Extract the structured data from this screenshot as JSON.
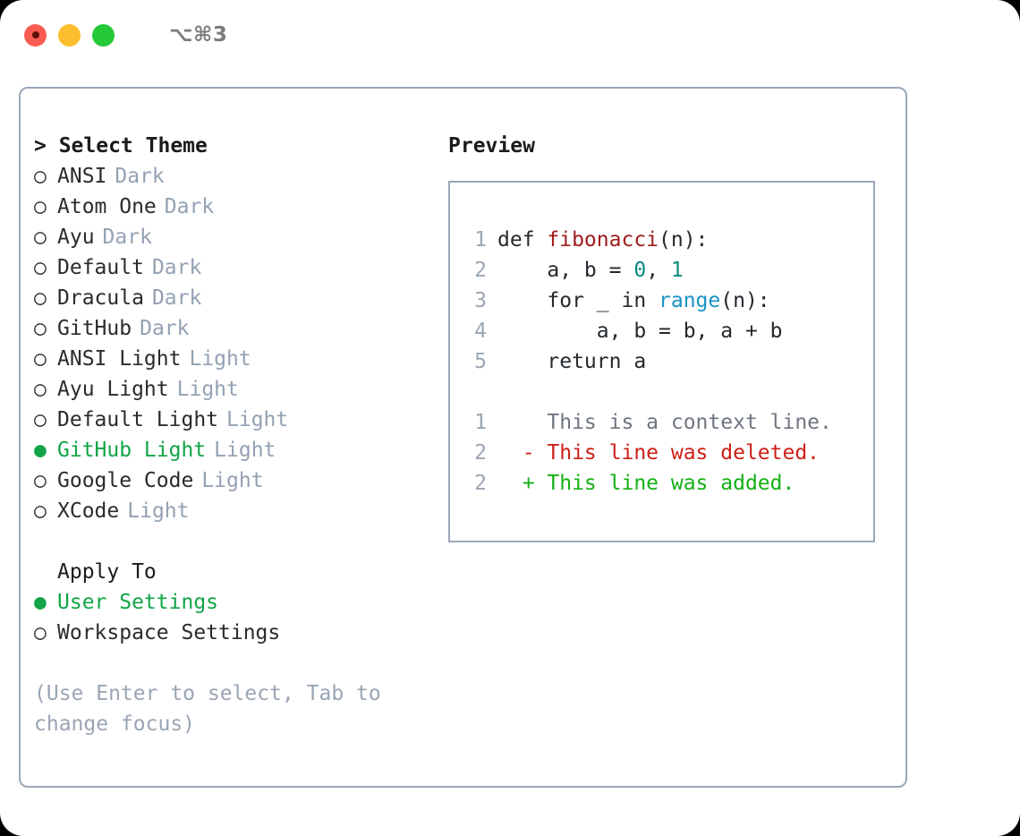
{
  "window": {
    "traffic_lights": [
      "close-red",
      "minimize-yellow",
      "maximize-green"
    ],
    "shortcut": "⌥⌘3",
    "accent_green": "#12a447",
    "border_color": "#9aa7b8",
    "tag_color": "#93a1b4"
  },
  "theme_picker": {
    "header": "> Select Theme",
    "options": [
      {
        "marker": "○",
        "label": "ANSI",
        "tag": "Dark",
        "selected": false
      },
      {
        "marker": "○",
        "label": "Atom One",
        "tag": "Dark",
        "selected": false
      },
      {
        "marker": "○",
        "label": "Ayu",
        "tag": "Dark",
        "selected": false
      },
      {
        "marker": "○",
        "label": "Default",
        "tag": "Dark",
        "selected": false
      },
      {
        "marker": "○",
        "label": "Dracula",
        "tag": "Dark",
        "selected": false
      },
      {
        "marker": "○",
        "label": "GitHub",
        "tag": "Dark",
        "selected": false
      },
      {
        "marker": "○",
        "label": "ANSI Light",
        "tag": "Light",
        "selected": false
      },
      {
        "marker": "○",
        "label": "Ayu Light",
        "tag": "Light",
        "selected": false
      },
      {
        "marker": "○",
        "label": "Default Light",
        "tag": "Light",
        "selected": false
      },
      {
        "marker": "●",
        "label": "GitHub Light",
        "tag": "Light",
        "selected": true
      },
      {
        "marker": "○",
        "label": "Google Code",
        "tag": "Light",
        "selected": false
      },
      {
        "marker": "○",
        "label": "XCode",
        "tag": "Light",
        "selected": false
      }
    ]
  },
  "apply_to": {
    "header": "Apply To",
    "options": [
      {
        "marker": "●",
        "label": "User Settings",
        "selected": true
      },
      {
        "marker": "○",
        "label": "Workspace Settings",
        "selected": false
      }
    ]
  },
  "hint": "(Use Enter to select, Tab to change focus)",
  "preview": {
    "header": "Preview",
    "code_lines": [
      {
        "no": "1",
        "indent": "",
        "segments": [
          {
            "text": "def ",
            "tok": "plain"
          },
          {
            "text": "fibonacci",
            "tok": "fn"
          },
          {
            "text": "(n):",
            "tok": "plain"
          }
        ]
      },
      {
        "no": "2",
        "indent": "    ",
        "segments": [
          {
            "text": "a, b = ",
            "tok": "plain"
          },
          {
            "text": "0",
            "tok": "num"
          },
          {
            "text": ", ",
            "tok": "plain"
          },
          {
            "text": "1",
            "tok": "num"
          }
        ]
      },
      {
        "no": "3",
        "indent": "    ",
        "segments": [
          {
            "text": "for _ in ",
            "tok": "plain"
          },
          {
            "text": "range",
            "tok": "bi"
          },
          {
            "text": "(n):",
            "tok": "plain"
          }
        ]
      },
      {
        "no": "4",
        "indent": "        ",
        "segments": [
          {
            "text": "a, b = b, a + b",
            "tok": "plain"
          }
        ]
      },
      {
        "no": "5",
        "indent": "    ",
        "segments": [
          {
            "text": "return a",
            "tok": "plain"
          }
        ]
      }
    ],
    "diff_lines": [
      {
        "no": "1",
        "sign": "  ",
        "text": "This is a context line.",
        "kind": "ctx"
      },
      {
        "no": "2",
        "sign": "- ",
        "text": "This line was deleted.",
        "kind": "del"
      },
      {
        "no": "2",
        "sign": "+ ",
        "text": "This line was added.",
        "kind": "add"
      }
    ]
  }
}
